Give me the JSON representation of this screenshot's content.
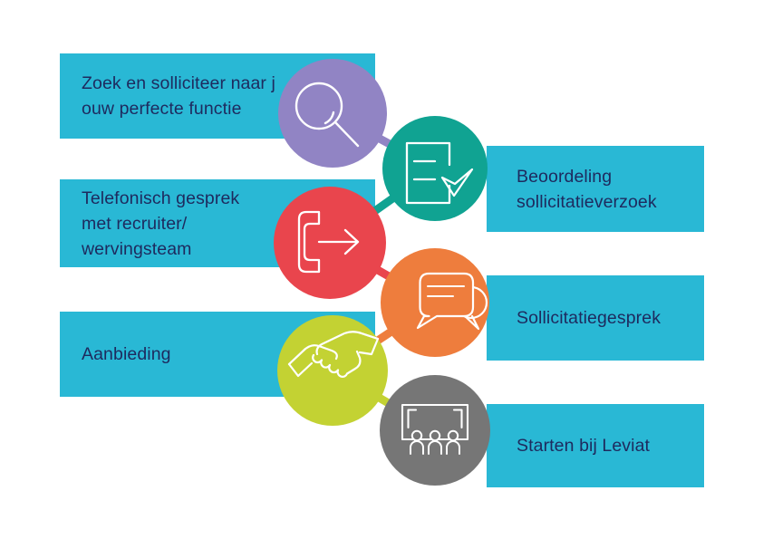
{
  "diagram": {
    "type": "process-flow",
    "language": "nl",
    "background_color": "#ffffff",
    "bar_color": "#29b8d5",
    "label_color": "#1e2a5e",
    "icon_stroke_color": "#ffffff",
    "steps": [
      {
        "order": 1,
        "side": "left",
        "icon": "magnifier-icon",
        "circle_color": "#9184c4",
        "lines": [
          "Zoek en solliciteer naar j",
          "ouw perfecte functie"
        ]
      },
      {
        "order": 2,
        "side": "right",
        "icon": "document-check-icon",
        "circle_color": "#10a392",
        "lines": [
          "Beoordeling",
          "sollicitatieverzoek"
        ]
      },
      {
        "order": 3,
        "side": "left",
        "icon": "phone-arrow-icon",
        "circle_color": "#e9454d",
        "lines": [
          "Telefonisch gesprek",
          "met recruiter/",
          "wervingsteam"
        ]
      },
      {
        "order": 4,
        "side": "right",
        "icon": "chat-bubbles-icon",
        "circle_color": "#ee7d3d",
        "lines": [
          "Sollicitatiegesprek"
        ]
      },
      {
        "order": 5,
        "side": "left",
        "icon": "handshake-icon",
        "circle_color": "#c3d233",
        "lines": [
          "Aanbieding"
        ]
      },
      {
        "order": 6,
        "side": "right",
        "icon": "team-presentation-icon",
        "circle_color": "#767676",
        "lines": [
          "Starten bij Leviat"
        ]
      }
    ]
  }
}
